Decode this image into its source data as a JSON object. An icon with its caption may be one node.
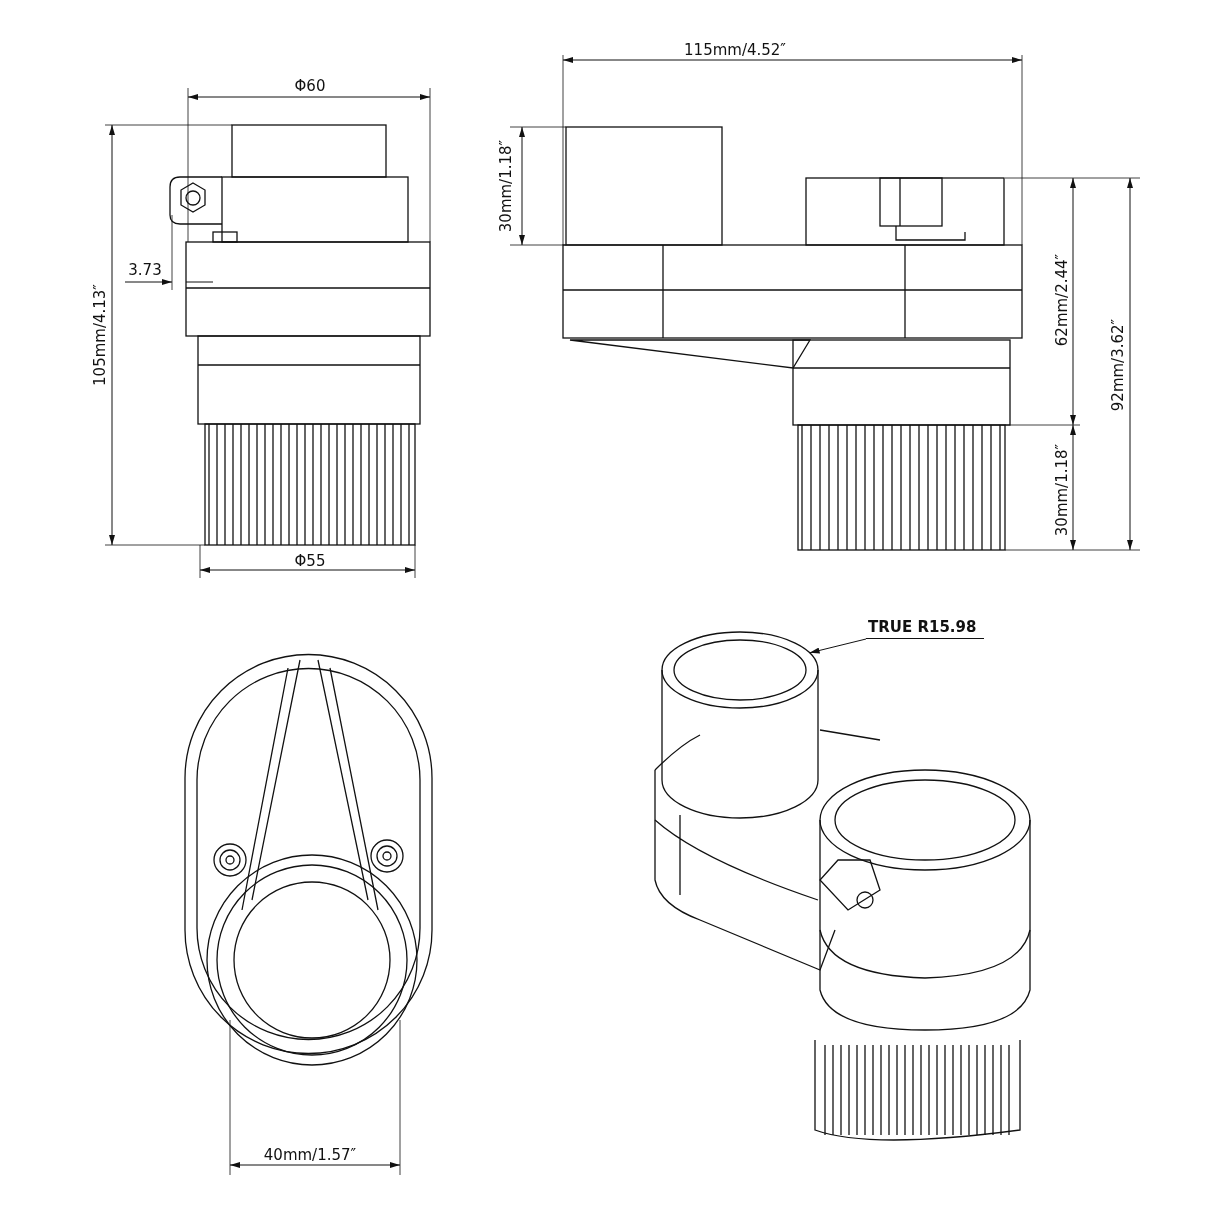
{
  "diagram": {
    "nodes": [
      {
        "text": [
          "TRUE R15.98"
        ]
      },
      {
        "text": [],
        "shape": "circle"
      }
    ],
    "edges": [
      {
        "from": 0,
        "to": 1,
        "arrow": "to"
      }
    ],
    "labels": [
      "Φ60",
      "105mm/4.13″",
      "3.73",
      "Φ55",
      "115mm/4.52″",
      "30mm/1.18″",
      "62mm/2.44″",
      "92mm/3.62″",
      "30mm/1.18″",
      "40mm/1.57″"
    ]
  }
}
